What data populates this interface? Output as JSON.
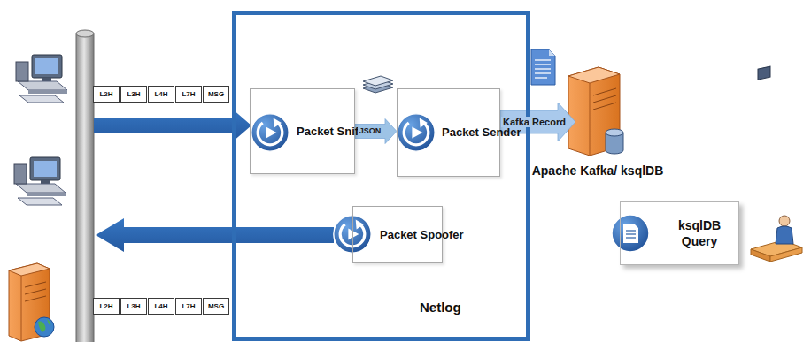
{
  "diagram": {
    "nodes": [
      {
        "text": [
          "L2H"
        ]
      },
      {
        "text": [
          "L3H"
        ]
      },
      {
        "text": [
          "L4H"
        ]
      },
      {
        "text": [
          "L7H"
        ]
      },
      {
        "text": [
          "MSG"
        ]
      },
      {
        "text": [
          "Netlog"
        ]
      },
      {
        "text": [
          "Packet Sniffer"
        ],
        "in": 5
      },
      {
        "text": [
          "Packet Sender"
        ],
        "in": 5
      },
      {
        "text": [
          "Packet Spoofer"
        ],
        "in": 5
      },
      {
        "text": [
          "L2H"
        ]
      },
      {
        "text": [
          "L3H"
        ]
      },
      {
        "text": [
          "L4H"
        ]
      },
      {
        "text": [
          "L7H"
        ]
      },
      {
        "text": [
          "MSG"
        ]
      },
      {
        "text": [
          "Apache Kafka/ ksqlDB"
        ]
      },
      {
        "text": [
          "ksqlDB Query"
        ]
      }
    ],
    "edges": [
      {
        "from": 6,
        "to": 7,
        "arrow": "to",
        "label": "JSON"
      },
      {
        "from": 7,
        "to": 14,
        "arrow": "to",
        "label": "Kafka Record"
      }
    ]
  }
}
